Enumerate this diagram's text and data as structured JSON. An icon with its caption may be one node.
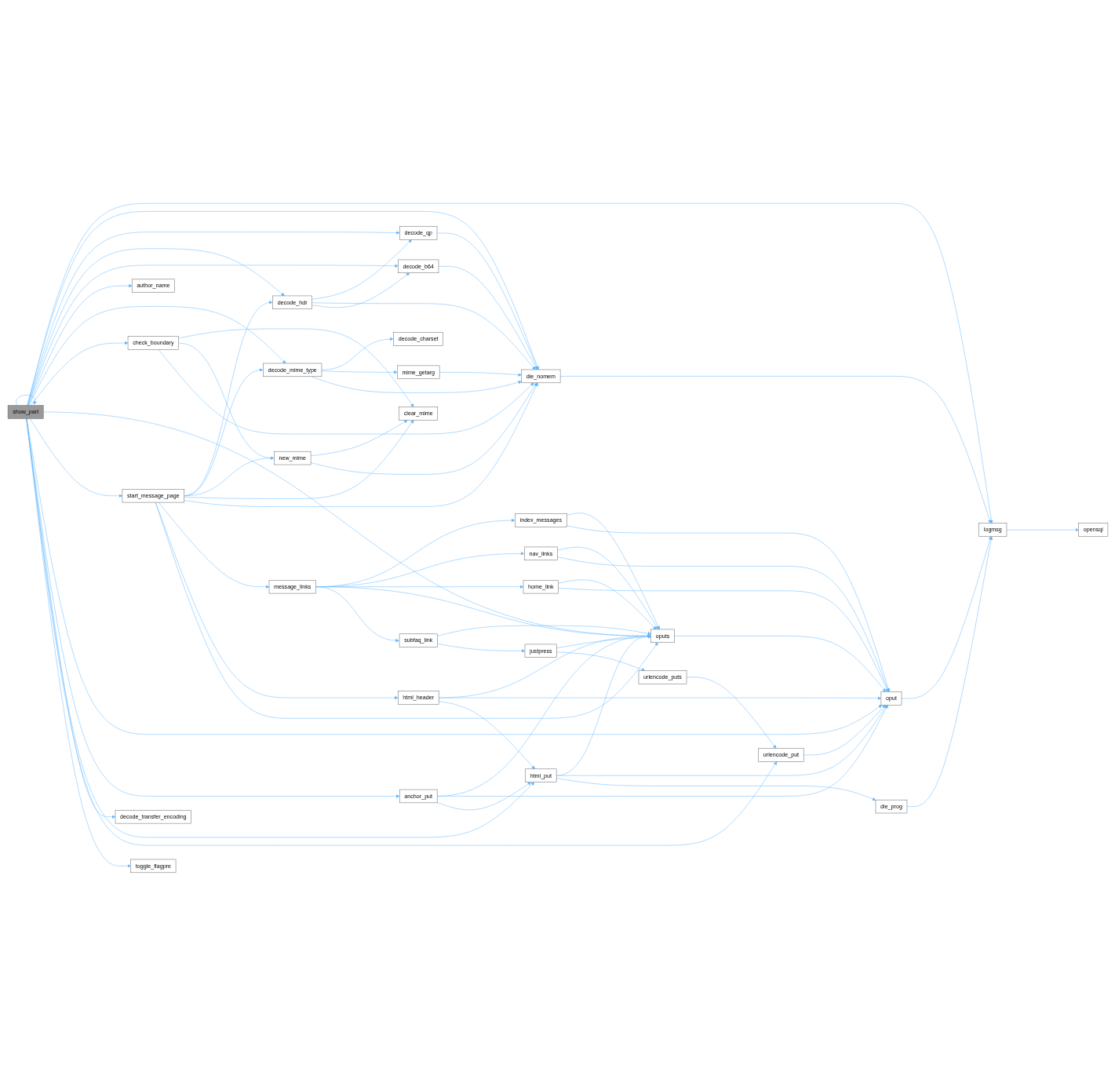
{
  "diagram": {
    "nodes": [
      {
        "text": [
          "show_part"
        ]
      },
      {
        "text": [
          "author_name"
        ]
      },
      {
        "text": [
          "check_boundary"
        ]
      },
      {
        "text": [
          "start_message_page"
        ]
      },
      {
        "text": [
          "decode_transfer_encoding"
        ]
      },
      {
        "text": [
          "toggle_flagpre"
        ]
      },
      {
        "text": [
          "decode_hdr"
        ]
      },
      {
        "text": [
          "decode_mime_type"
        ]
      },
      {
        "text": [
          "new_mime"
        ]
      },
      {
        "text": [
          "message_links"
        ]
      },
      {
        "text": [
          "decode_qp"
        ]
      },
      {
        "text": [
          "decode_b64"
        ]
      },
      {
        "text": [
          "decode_charset"
        ]
      },
      {
        "text": [
          "mime_getarg"
        ]
      },
      {
        "text": [
          "clear_mime"
        ]
      },
      {
        "text": [
          "subfaq_link"
        ]
      },
      {
        "text": [
          "html_header"
        ]
      },
      {
        "text": [
          "anchor_put"
        ]
      },
      {
        "text": [
          "index_messages"
        ]
      },
      {
        "text": [
          "nav_links"
        ]
      },
      {
        "text": [
          "home_link"
        ]
      },
      {
        "text": [
          "die_nomem"
        ]
      },
      {
        "text": [
          "justpress"
        ]
      },
      {
        "text": [
          "html_put"
        ]
      },
      {
        "text": [
          "oputs"
        ]
      },
      {
        "text": [
          "urlencode_puts"
        ]
      },
      {
        "text": [
          "urlencode_put"
        ]
      },
      {
        "text": [
          "die_prog"
        ]
      },
      {
        "text": [
          "oput"
        ]
      },
      {
        "text": [
          "logmsg"
        ]
      },
      {
        "text": [
          "opensql"
        ]
      }
    ],
    "edges": [
      {
        "from": 0,
        "to": 0,
        "arrow": "to"
      },
      {
        "from": 0,
        "to": 29,
        "arrow": "to"
      },
      {
        "from": 0,
        "to": 21,
        "arrow": "to"
      },
      {
        "from": 0,
        "to": 10,
        "arrow": "to"
      },
      {
        "from": 0,
        "to": 6,
        "arrow": "to"
      },
      {
        "from": 0,
        "to": 11,
        "arrow": "to"
      },
      {
        "from": 0,
        "to": 1,
        "arrow": "to"
      },
      {
        "from": 0,
        "to": 7,
        "arrow": "to"
      },
      {
        "from": 0,
        "to": 2,
        "arrow": "to"
      },
      {
        "from": 0,
        "to": 3,
        "arrow": "to"
      },
      {
        "from": 0,
        "to": 24,
        "arrow": "to"
      },
      {
        "from": 0,
        "to": 28,
        "arrow": "to"
      },
      {
        "from": 0,
        "to": 17,
        "arrow": "to"
      },
      {
        "from": 0,
        "to": 4,
        "arrow": "to"
      },
      {
        "from": 0,
        "to": 23,
        "arrow": "to"
      },
      {
        "from": 0,
        "to": 26,
        "arrow": "to"
      },
      {
        "from": 0,
        "to": 5,
        "arrow": "to"
      },
      {
        "from": 2,
        "to": 8,
        "arrow": "to"
      },
      {
        "from": 2,
        "to": 14,
        "arrow": "to"
      },
      {
        "from": 2,
        "to": 21,
        "arrow": "to"
      },
      {
        "from": 3,
        "to": 6,
        "arrow": "to"
      },
      {
        "from": 3,
        "to": 7,
        "arrow": "to"
      },
      {
        "from": 3,
        "to": 8,
        "arrow": "to"
      },
      {
        "from": 3,
        "to": 14,
        "arrow": "to"
      },
      {
        "from": 3,
        "to": 21,
        "arrow": "to"
      },
      {
        "from": 3,
        "to": 9,
        "arrow": "to"
      },
      {
        "from": 3,
        "to": 16,
        "arrow": "to"
      },
      {
        "from": 3,
        "to": 24,
        "arrow": "to"
      },
      {
        "from": 6,
        "to": 10,
        "arrow": "to"
      },
      {
        "from": 6,
        "to": 21,
        "arrow": "to"
      },
      {
        "from": 6,
        "to": 11,
        "arrow": "to"
      },
      {
        "from": 7,
        "to": 12,
        "arrow": "to"
      },
      {
        "from": 7,
        "to": 13,
        "arrow": "to"
      },
      {
        "from": 7,
        "to": 21,
        "arrow": "to"
      },
      {
        "from": 8,
        "to": 14,
        "arrow": "to"
      },
      {
        "from": 8,
        "to": 21,
        "arrow": "to"
      },
      {
        "from": 9,
        "to": 18,
        "arrow": "to"
      },
      {
        "from": 9,
        "to": 19,
        "arrow": "to"
      },
      {
        "from": 9,
        "to": 20,
        "arrow": "to"
      },
      {
        "from": 9,
        "to": 24,
        "arrow": "to"
      },
      {
        "from": 9,
        "to": 15,
        "arrow": "to"
      },
      {
        "from": 10,
        "to": 21,
        "arrow": "to"
      },
      {
        "from": 11,
        "to": 21,
        "arrow": "to"
      },
      {
        "from": 13,
        "to": 21,
        "arrow": "to"
      },
      {
        "from": 15,
        "to": 24,
        "arrow": "to"
      },
      {
        "from": 15,
        "to": 22,
        "arrow": "to"
      },
      {
        "from": 16,
        "to": 24,
        "arrow": "to"
      },
      {
        "from": 16,
        "to": 28,
        "arrow": "to"
      },
      {
        "from": 16,
        "to": 23,
        "arrow": "to"
      },
      {
        "from": 17,
        "to": 24,
        "arrow": "to"
      },
      {
        "from": 17,
        "to": 28,
        "arrow": "to"
      },
      {
        "from": 17,
        "to": 23,
        "arrow": "to"
      },
      {
        "from": 18,
        "to": 24,
        "arrow": "to"
      },
      {
        "from": 18,
        "to": 28,
        "arrow": "to"
      },
      {
        "from": 19,
        "to": 24,
        "arrow": "to"
      },
      {
        "from": 19,
        "to": 28,
        "arrow": "to"
      },
      {
        "from": 20,
        "to": 24,
        "arrow": "to"
      },
      {
        "from": 20,
        "to": 28,
        "arrow": "to"
      },
      {
        "from": 21,
        "to": 29,
        "arrow": "to"
      },
      {
        "from": 22,
        "to": 24,
        "arrow": "to"
      },
      {
        "from": 22,
        "to": 25,
        "arrow": "to"
      },
      {
        "from": 23,
        "to": 24,
        "arrow": "to"
      },
      {
        "from": 23,
        "to": 28,
        "arrow": "to"
      },
      {
        "from": 23,
        "to": 27,
        "arrow": "to"
      },
      {
        "from": 24,
        "to": 28,
        "arrow": "to"
      },
      {
        "from": 25,
        "to": 26,
        "arrow": "to"
      },
      {
        "from": 26,
        "to": 28,
        "arrow": "to"
      },
      {
        "from": 27,
        "to": 29,
        "arrow": "to"
      },
      {
        "from": 28,
        "to": 29,
        "arrow": "to"
      },
      {
        "from": 29,
        "to": 30,
        "arrow": "to"
      }
    ]
  }
}
